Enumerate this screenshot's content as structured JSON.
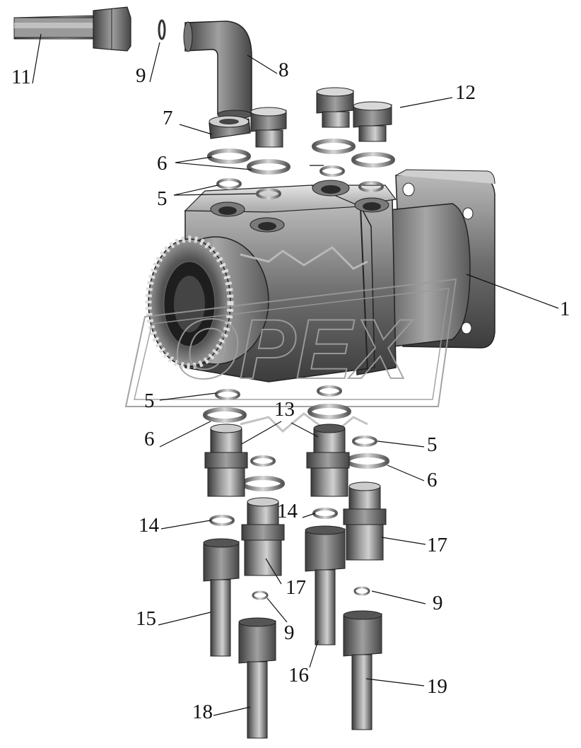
{
  "labels": {
    "l1": "1",
    "l5a": "5",
    "l5b": "5",
    "l5c": "5",
    "l6a": "6",
    "l6b": "6",
    "l6c": "6",
    "l7": "7",
    "l8": "8",
    "l9a": "9",
    "l9b": "9",
    "l9c": "9",
    "l11": "11",
    "l12": "12",
    "l13": "13",
    "l14a": "14",
    "l14b": "14",
    "l15": "15",
    "l16": "16",
    "l17a": "17",
    "l17b": "17",
    "l18": "18",
    "l19": "19"
  },
  "watermark": "OPEX"
}
